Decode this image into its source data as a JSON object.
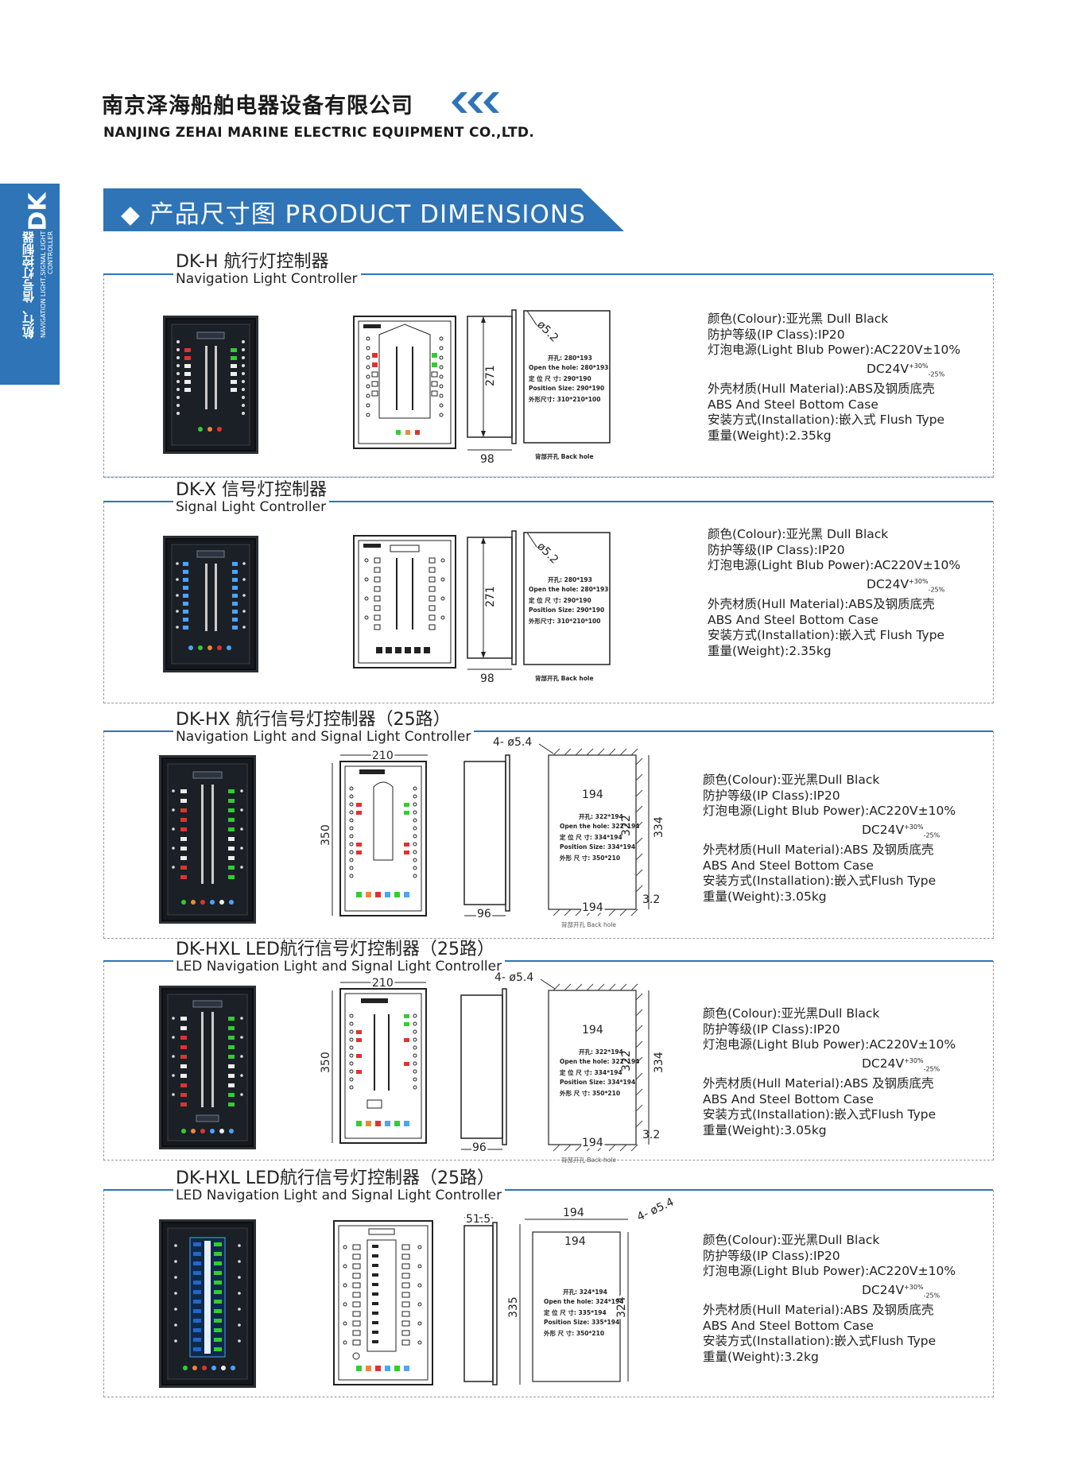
{
  "header": {
    "company_cn": "南京泽海船舶电器设备有限公司",
    "company_en": "NANJING ZEHAI MARINE ELECTRIC EQUIPMENT CO.,LTD."
  },
  "side_tab": {
    "code": "DK",
    "cn": "航行、信号灯控制器",
    "en": "NAVIGATION LIGHT,SIGNAL LIGHT CONTROLLER"
  },
  "banner": {
    "title": "◆ 产品尺寸图   PRODUCT DIMENSIONS"
  },
  "sections": [
    {
      "title": "DK-H 航行灯控制器",
      "subtitle": "Navigation Light Controller",
      "dims": {
        "height": "271",
        "depth": "98",
        "hole": "ø5.2"
      },
      "hole_notes": [
        "开孔: 280*193",
        "Open the hole: 280*193",
        "定 位 尺 寸: 290*190",
        "Position Size: 290*190",
        "外形尺寸: 310*210*100"
      ],
      "back_hole": "背部开孔 Back hole",
      "specs": {
        "colour": "颜色(Colour):亚光黑 Dull Black",
        "ip": "防护等级(IP Class):IP20",
        "power": "灯泡电源(Light Blub Power):AC220V±10%",
        "dc": "DC24V",
        "dc_tol_up": "+30%",
        "dc_tol_down": "-25%",
        "material": "外壳材质(Hull Material):ABS及钢质底壳",
        "material_en": "ABS And Steel Bottom Case",
        "install": "安装方式(Installation):嵌入式 Flush Type",
        "weight": "重量(Weight):2.35kg"
      }
    },
    {
      "title": "DK-X 信号灯控制器",
      "subtitle": "Signal Light Controller",
      "dims": {
        "height": "271",
        "depth": "98",
        "hole": "ø5.2"
      },
      "hole_notes": [
        "开孔: 280*193",
        "Open the hole: 280*193",
        "定 位 尺 寸: 290*190",
        "Position Size: 290*190",
        "外形尺寸: 310*210*100"
      ],
      "back_hole": "背部开孔 Back hole",
      "specs": {
        "colour": "颜色(Colour):亚光黑 Dull Black",
        "ip": "防护等级(IP Class):IP20",
        "power": "灯泡电源(Light Blub Power):AC220V±10%",
        "dc": "DC24V",
        "dc_tol_up": "+30%",
        "dc_tol_down": "-25%",
        "material": "外壳材质(Hull Material):ABS及钢质底壳",
        "material_en": "ABS And Steel Bottom Case",
        "install": "安装方式(Installation):嵌入式 Flush Type",
        "weight": "重量(Weight):2.35kg"
      }
    },
    {
      "title": "DK-HX 航行信号灯控制器（25路）",
      "subtitle": "Navigation Light and Signal Light Controller",
      "dims": {
        "width": "210",
        "height": "350",
        "depth": "96",
        "inner_w": "194",
        "inner_h": "322",
        "outer_h": "334",
        "margin": "3.2",
        "hole": "4- ø5.4"
      },
      "hole_notes": [
        "开孔: 322*194",
        "Open the hole: 322*194",
        "定 位 尺 寸: 334*194",
        "Position Size: 334*194",
        "外形 尺 寸: 350*210"
      ],
      "back_hole": "背部开孔 Back hole",
      "specs": {
        "colour": "颜色(Colour):亚光黑Dull Black",
        "ip": "防护等级(IP Class):IP20",
        "power": "灯泡电源(Light Blub Power):AC220V±10%",
        "dc": "DC24V",
        "dc_tol_up": "+30%",
        "dc_tol_down": "-25%",
        "material": "外壳材质(Hull Material):ABS 及钢质底壳",
        "material_en": "ABS And Steel Bottom Case",
        "install": "安装方式(Installation):嵌入式Flush Type",
        "weight": "重量(Weight):3.05kg"
      }
    },
    {
      "title": "DK-HXL LED航行信号灯控制器（25路）",
      "subtitle": "LED Navigation Light and Signal Light Controller",
      "dims": {
        "width": "210",
        "height": "350",
        "depth": "96",
        "inner_w": "194",
        "inner_h": "322",
        "outer_h": "334",
        "margin": "3.2",
        "hole": "4- ø5.4"
      },
      "hole_notes": [
        "开孔: 322*194",
        "Open the hole: 322*194",
        "定 位 尺 寸: 334*194",
        "Position Size: 334*194",
        "外形 尺 寸: 350*210"
      ],
      "back_hole": "背部开孔 Back hole",
      "specs": {
        "colour": "颜色(Colour):亚光黑Dull Black",
        "ip": "防护等级(IP Class):IP20",
        "power": "灯泡电源(Light Blub Power):AC220V±10%",
        "dc": "DC24V",
        "dc_tol_up": "+30%",
        "dc_tol_down": "-25%",
        "material": "外壳材质(Hull Material):ABS 及钢质底壳",
        "material_en": "ABS And Steel Bottom Case",
        "install": "安装方式(Installation):嵌入式Flush Type",
        "weight": "重量(Weight):3.05kg"
      }
    },
    {
      "title": "DK-HXL LED航行信号灯控制器（25路）",
      "subtitle": "LED Navigation Light and Signal Light Controller",
      "dims": {
        "depth": "51.5",
        "inner_w": "194",
        "outer_w": "194",
        "height": "335",
        "inner_h": "324",
        "hole": "4- ø5.4"
      },
      "hole_notes": [
        "开孔: 324*194",
        "Open the hole: 324*194",
        "定 位 尺 寸: 335*194",
        "Position Size: 335*194",
        "外形 尺 寸: 350*210"
      ],
      "specs": {
        "colour": "颜色(Colour):亚光黑Dull Black",
        "ip": "防护等级(IP Class):IP20",
        "power": "灯泡电源(Light Blub Power):AC220V±10%",
        "dc": "DC24V",
        "dc_tol_up": "+30%",
        "dc_tol_down": "-25%",
        "material": "外壳材质(Hull Material):ABS 及钢质底壳",
        "material_en": "ABS And Steel Bottom Case",
        "install": "安装方式(Installation):嵌入式Flush Type",
        "weight": "重量(Weight):3.2kg"
      }
    }
  ]
}
